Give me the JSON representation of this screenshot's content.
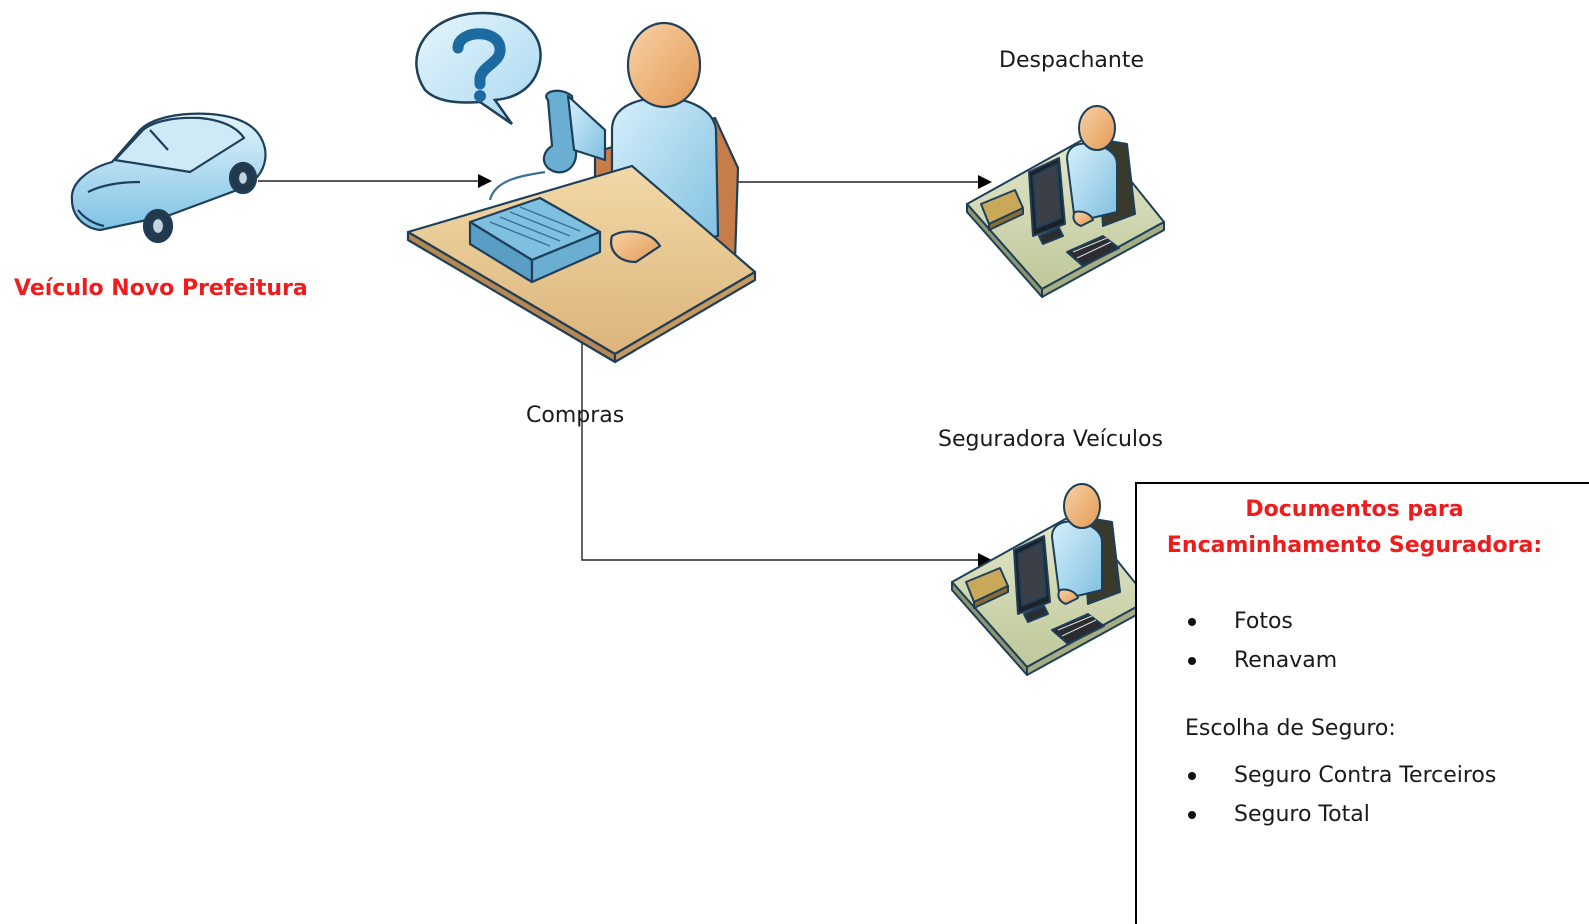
{
  "nodes": {
    "car": {
      "label": "Veículo Novo Prefeitura"
    },
    "purchases": {
      "label": "Compras"
    },
    "dispatcher": {
      "label": "Despachante"
    },
    "insurer": {
      "label": "Seguradora Veículos"
    }
  },
  "documents": {
    "title": "Documentos para\nEncaminhamento Seguradora:",
    "items": [
      "Fotos",
      "Renavam"
    ],
    "subtitle": "Escolha de Seguro:",
    "options": [
      "Seguro Contra Terceiros",
      "Seguro Total"
    ]
  },
  "colors": {
    "label_red": "#ee1c1c",
    "desk_top": "#e8c890",
    "person_body": "#9ed4ee",
    "person_head": "#f0b27a"
  },
  "icons": [
    "car-icon",
    "question-bubble-icon",
    "person-at-desk-icon",
    "workstation-icon",
    "arrow-head-icon"
  ]
}
